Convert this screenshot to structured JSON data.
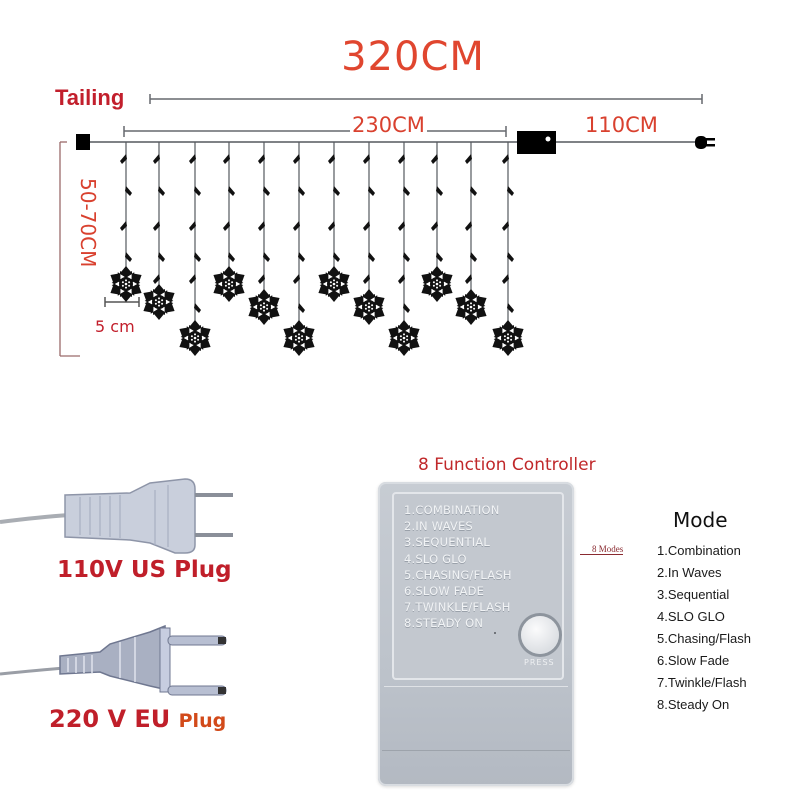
{
  "diagram": {
    "total_length_label": "320CM",
    "tailing_label": "Tailing",
    "curtain_width_label": "230CM",
    "lead_cable_label": "110CM",
    "drop_height_label": "50-70CM",
    "strand_spacing_label": "5 cm",
    "strand_count": 12,
    "snowflake_count": 12,
    "colors": {
      "label_red": "#d9412f",
      "heading_red": "#c21f2c",
      "wire": "#55595f"
    }
  },
  "plugs": [
    {
      "label": "110V US Plug",
      "type": "US two-flat-prong plug"
    },
    {
      "label_main": "220 V EU",
      "label_suffix": "Plug",
      "type": "EU two-round-pin plug"
    }
  ],
  "controller": {
    "title": "8 Function Controller",
    "panel_modes": [
      "1.COMBINATION",
      "2.IN WAVES",
      "3.SEQUENTIAL",
      "4.SLO GLO",
      "5.CHASING/FLASH",
      "6.SLOW FADE",
      "7.TWINKLE/FLASH",
      "8.STEADY ON"
    ],
    "button_label": "PRESS"
  },
  "mode_legend": {
    "note": "8 Modes",
    "heading": "Mode",
    "items": [
      "1.Combination",
      "2.In Waves",
      "3.Sequential",
      "4.SLO GLO",
      "5.Chasing/Flash",
      "6.Slow Fade",
      "7.Twinkle/Flash",
      "8.Steady On"
    ]
  }
}
